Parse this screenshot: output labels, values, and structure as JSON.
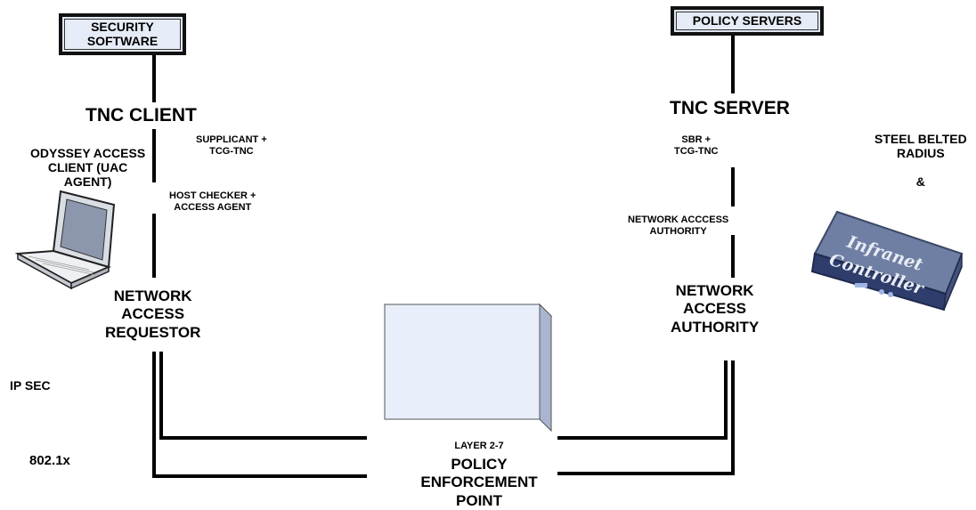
{
  "security_software": [
    "SECURITY",
    "SOFTWARE"
  ],
  "policy_servers": "POLICY SERVERS",
  "tnc_client": "TNC CLIENT",
  "tnc_server": "TNC SERVER",
  "odyssey": [
    "ODYSSEY ACCESS",
    "CLIENT (UAC",
    "AGENT)"
  ],
  "supplicant": [
    "SUPPLICANT +",
    "TCG-TNC"
  ],
  "host_checker": [
    "HOST CHECKER +",
    "ACCESS AGENT"
  ],
  "sbr": [
    "SBR +",
    "TCG-TNC"
  ],
  "steel_belted": [
    "STEEL BELTED",
    "RADIUS",
    "&"
  ],
  "network_access_authority_small": [
    "NETWORK ACCCESS",
    "AUTHORITY"
  ],
  "nar": [
    "NETWORK",
    "ACCESS",
    "REQUESTOR"
  ],
  "naa": [
    "NETWORK",
    "ACCESS",
    "AUTHORITY"
  ],
  "ip_sec": "IP SEC",
  "dot1x": "802.1x",
  "layer": "LAYER 2-7",
  "pep": [
    "POLICY",
    "ENFORCEMENT",
    "POINT"
  ],
  "device_label": [
    "Infranet",
    "Controller"
  ],
  "colors": {
    "line": "#000000",
    "box_fill": "#dfe6f3",
    "cube_front": "#e8eefa",
    "device": "#5a6a8c"
  }
}
